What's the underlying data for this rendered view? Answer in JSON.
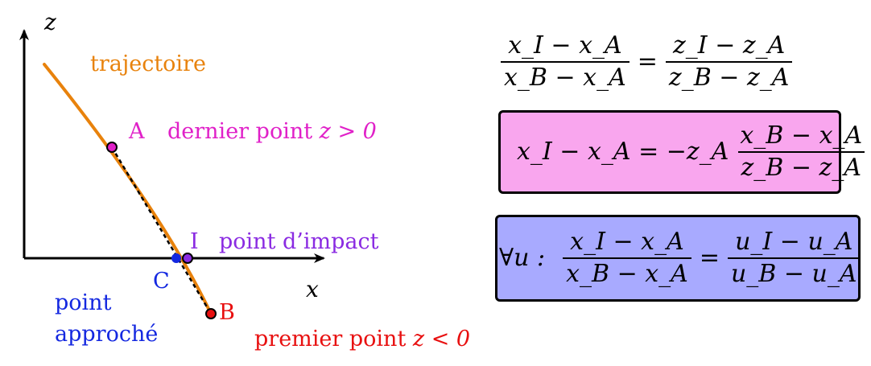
{
  "axes": {
    "x_label": "x",
    "z_label": "z"
  },
  "curve": {
    "label": "trajectoire",
    "color": "#e8820c"
  },
  "points": {
    "A": {
      "letter": "A",
      "description": "dernier point",
      "condition": "z > 0",
      "color": "#e020c8"
    },
    "B": {
      "letter": "B",
      "description": "premier point",
      "condition": "z < 0",
      "color": "#e81010"
    },
    "I": {
      "letter": "I",
      "description": "point d’impact",
      "color": "#8a2be2"
    },
    "C": {
      "letter": "C",
      "description_line1": "point",
      "description_line2": "approché",
      "color": "#1428e0"
    }
  },
  "equations": {
    "top": {
      "lhs_num": "x_I − x_A",
      "lhs_den": "x_B − x_A",
      "op": "=",
      "rhs_num": "z_I − z_A",
      "rhs_den": "z_B − z_A"
    },
    "pink": {
      "lhs": "x_I − x_A = −z_A",
      "num": "x_B − x_A",
      "den": "z_B − z_A",
      "fill": "#f9a6ee"
    },
    "blue": {
      "prefix": "∀u :",
      "lhs_num": "x_I − x_A",
      "lhs_den": "x_B − x_A",
      "op": "=",
      "rhs_num": "u_I − u_A",
      "rhs_den": "u_B − u_A",
      "fill": "#a8aaff"
    }
  }
}
